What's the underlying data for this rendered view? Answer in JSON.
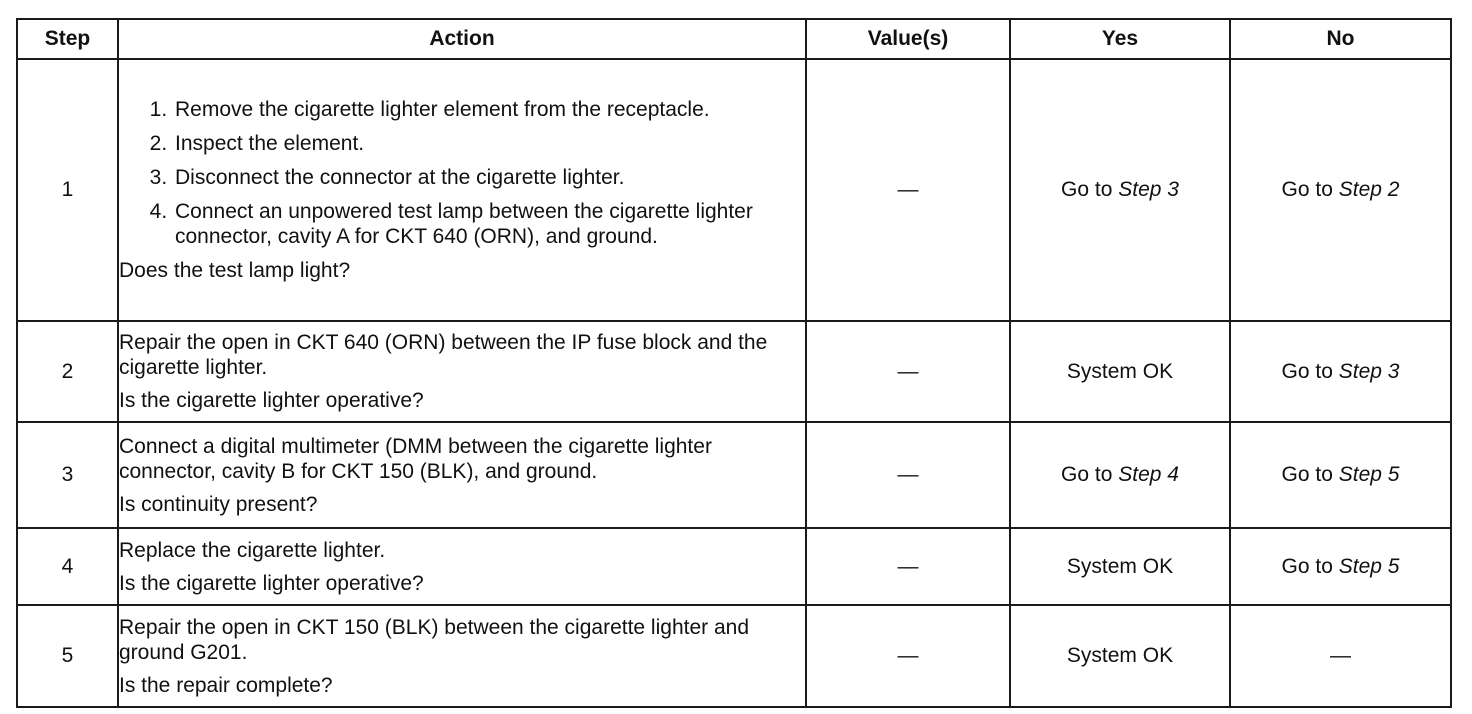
{
  "headers": [
    "Step",
    "Action",
    "Value(s)",
    "Yes",
    "No"
  ],
  "rows": [
    {
      "step": "1",
      "actions": [
        "Remove the cigarette lighter element from the receptacle.",
        "Inspect the element.",
        "Disconnect the connector at the cigarette lighter.",
        "Connect an unpowered test lamp between the cigarette lighter connector, cavity A for CKT 640 (ORN), and ground."
      ],
      "question": "Does the test lamp light?",
      "value": "—",
      "yes": {
        "prefix": "Go to",
        "ref": "Step 3"
      },
      "no": {
        "prefix": "Go to",
        "ref": "Step 2"
      }
    },
    {
      "step": "2",
      "instruction": "Repair the open in CKT 640 (ORN) between the IP fuse block and the cigarette lighter.",
      "question": "Is the cigarette lighter operative?",
      "value": "—",
      "yes": {
        "prefix": "System OK",
        "ref": ""
      },
      "no": {
        "prefix": "Go to",
        "ref": "Step 3"
      }
    },
    {
      "step": "3",
      "instruction": "Connect a digital multimeter (DMM between the cigarette lighter connector, cavity B for CKT 150 (BLK), and ground.",
      "question": "Is continuity present?",
      "value": "—",
      "yes": {
        "prefix": "Go to",
        "ref": "Step 4"
      },
      "no": {
        "prefix": "Go to",
        "ref": "Step 5"
      }
    },
    {
      "step": "4",
      "instruction": "Replace the cigarette lighter.",
      "question": "Is the cigarette lighter operative?",
      "value": "—",
      "yes": {
        "prefix": "System OK",
        "ref": ""
      },
      "no": {
        "prefix": "Go to",
        "ref": "Step 5"
      }
    },
    {
      "step": "5",
      "instruction": "Repair the open in CKT 150 (BLK) between the cigarette lighter and ground G201.",
      "question": "Is the repair complete?",
      "value": "—",
      "yes": {
        "prefix": "System OK",
        "ref": ""
      },
      "no": {
        "prefix": "—",
        "ref": ""
      }
    }
  ]
}
